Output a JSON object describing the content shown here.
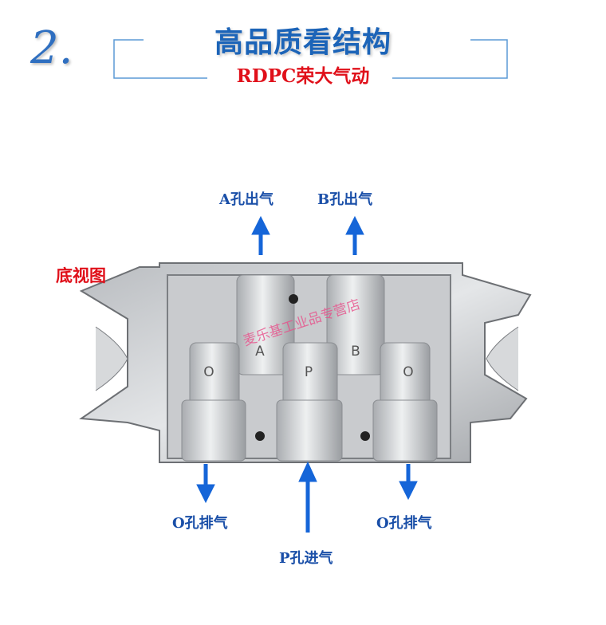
{
  "header": {
    "section_number": "2.",
    "title": "高品质看结构",
    "subtitle": "RDPC荣大气动"
  },
  "diagram": {
    "view_label": "底视图",
    "port_marks": [
      "O",
      "A",
      "P",
      "B",
      "O"
    ],
    "labels": {
      "a_out": "A孔出气",
      "b_out": "B孔出气",
      "o_exhaust_left": "O孔排气",
      "p_in": "P孔进气",
      "o_exhaust_right": "O孔排气"
    },
    "watermark": "麦乐基工业品专营店",
    "colors": {
      "accent": "#1c64b8",
      "arrow": "#1565d8",
      "red": "#e0101a"
    }
  }
}
